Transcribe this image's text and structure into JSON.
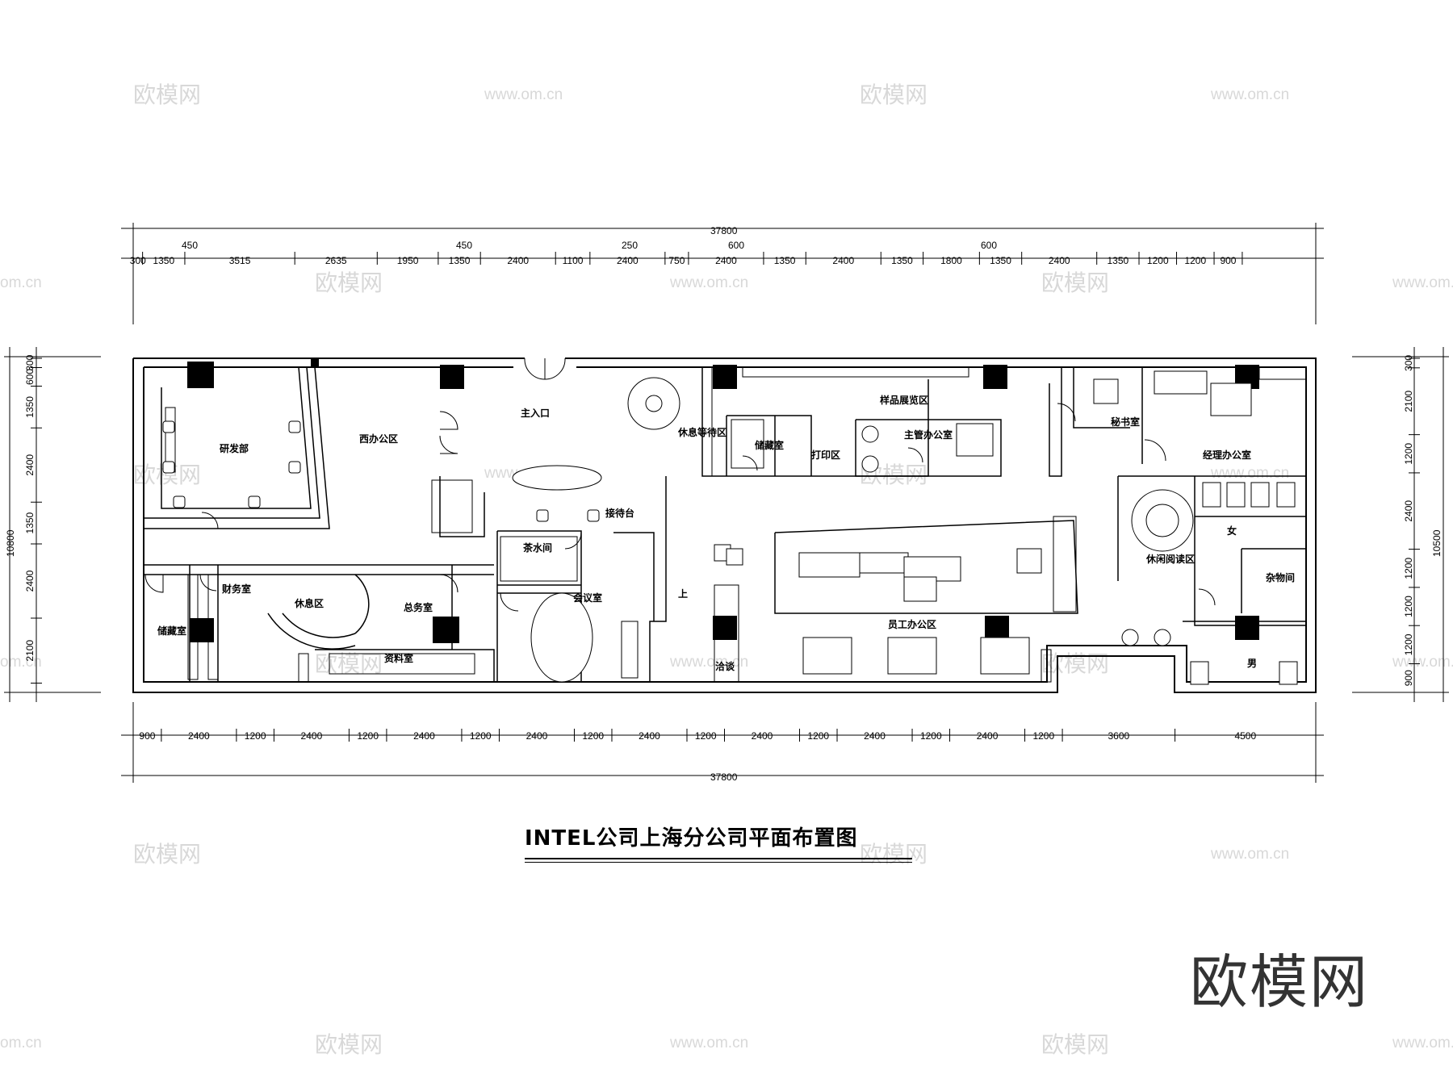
{
  "title": "INTEL公司上海分公司平面布置图",
  "logo_text": "欧模网",
  "watermark_text": "欧模网",
  "watermark_url": "www.om.cn",
  "watermark_url_short": "om.cn",
  "dimensions": {
    "overall_top": "37800",
    "overall_bottom": "37800",
    "overall_left": "10800",
    "overall_right": "10500",
    "top_chain_lower": [
      "300",
      "1350",
      "3515",
      "2635",
      "1950",
      "1350",
      "2400",
      "1100",
      "2400",
      "750",
      "2400",
      "1350",
      "2400",
      "1350",
      "1800",
      "1350",
      "2400",
      "1350",
      "1200",
      "1200",
      "900"
    ],
    "top_chain_upper": [
      "450",
      "450",
      "250",
      "600",
      "600"
    ],
    "bottom_chain": [
      "900",
      "2400",
      "1200",
      "2400",
      "1200",
      "2400",
      "1200",
      "2400",
      "1200",
      "2400",
      "1200",
      "2400",
      "1200",
      "2400",
      "1200",
      "2400",
      "1200",
      "3600",
      "4500"
    ],
    "left_chain": [
      "300",
      "600",
      "1350",
      "2400",
      "1350",
      "2400",
      "2100"
    ],
    "right_chain": [
      "300",
      "2100",
      "1200",
      "2400",
      "1200",
      "1200",
      "1200",
      "900"
    ]
  },
  "rooms": {
    "rnd": "研发部",
    "west_office": "西办公区",
    "main_entrance": "主入口",
    "lounge_waiting": "休息等待区",
    "sample_showroom": "样品展览区",
    "storage_1": "储藏室",
    "print_area": "打印区",
    "supervisor_office": "主管办公室",
    "secretary": "秘书室",
    "manager_office": "经理办公室",
    "reception": "接待台",
    "tea_room": "茶水间",
    "meeting_room": "会议室",
    "up_sign": "上",
    "staff_office": "员工办公区",
    "reading_lounge": "休闲阅读区",
    "female_wc": "女",
    "sundries": "杂物间",
    "male_wc": "男",
    "storage_2": "储藏室",
    "finance": "财务室",
    "rest_area": "休息区",
    "general_affairs": "总务室",
    "archive": "资料室",
    "negotiation": "洽谈"
  }
}
